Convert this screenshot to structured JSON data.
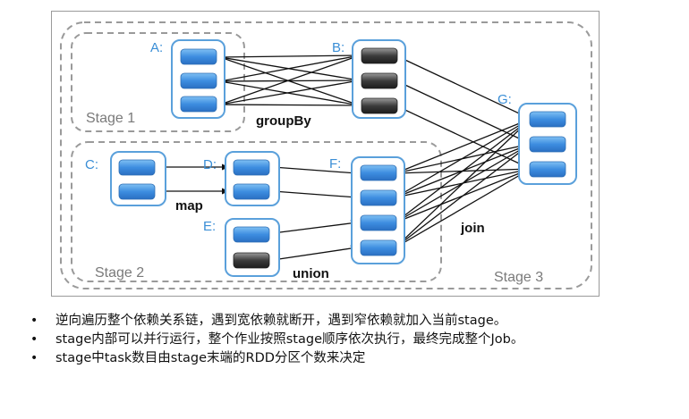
{
  "diagram": {
    "labels": {
      "a": "A:",
      "b": "B:",
      "c": "C:",
      "d": "D:",
      "e": "E:",
      "f": "F:",
      "g": "G:"
    },
    "ops": {
      "group_by": "groupBy",
      "map": "map",
      "union": "union",
      "join": "join"
    },
    "stages": {
      "stage1": "Stage 1",
      "stage2": "Stage 2",
      "stage3": "Stage 3"
    },
    "colors": {
      "partition_blue": "#3d8de0",
      "partition_dark": "#3c3c3c",
      "rdd_border": "#5aa0db",
      "stage_border": "#9a9a9a",
      "label_blue": "#3a8ed6",
      "stage_text": "#7a7a7a"
    }
  },
  "bullets": [
    "逆向遍历整个依赖关系链，遇到宽依赖就断开，遇到窄依赖就加入当前stage。",
    "stage内部可以并行运行，整个作业按照stage顺序依次执行，最终完成整个Job。",
    "stage中task数目由stage末端的RDD分区个数来决定"
  ]
}
